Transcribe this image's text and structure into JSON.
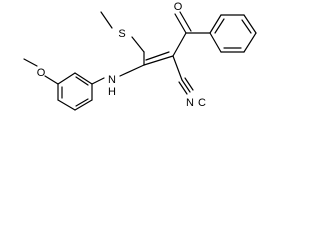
{
  "diagram": {
    "type": "chemical-structure",
    "atoms": {
      "oxygen_methoxy": "O",
      "oxygen_ketone": "O",
      "sulfur": "S",
      "amine_n": "N",
      "amine_h": "H",
      "nitrile_n": "N",
      "nitrile_c": "C"
    }
  }
}
